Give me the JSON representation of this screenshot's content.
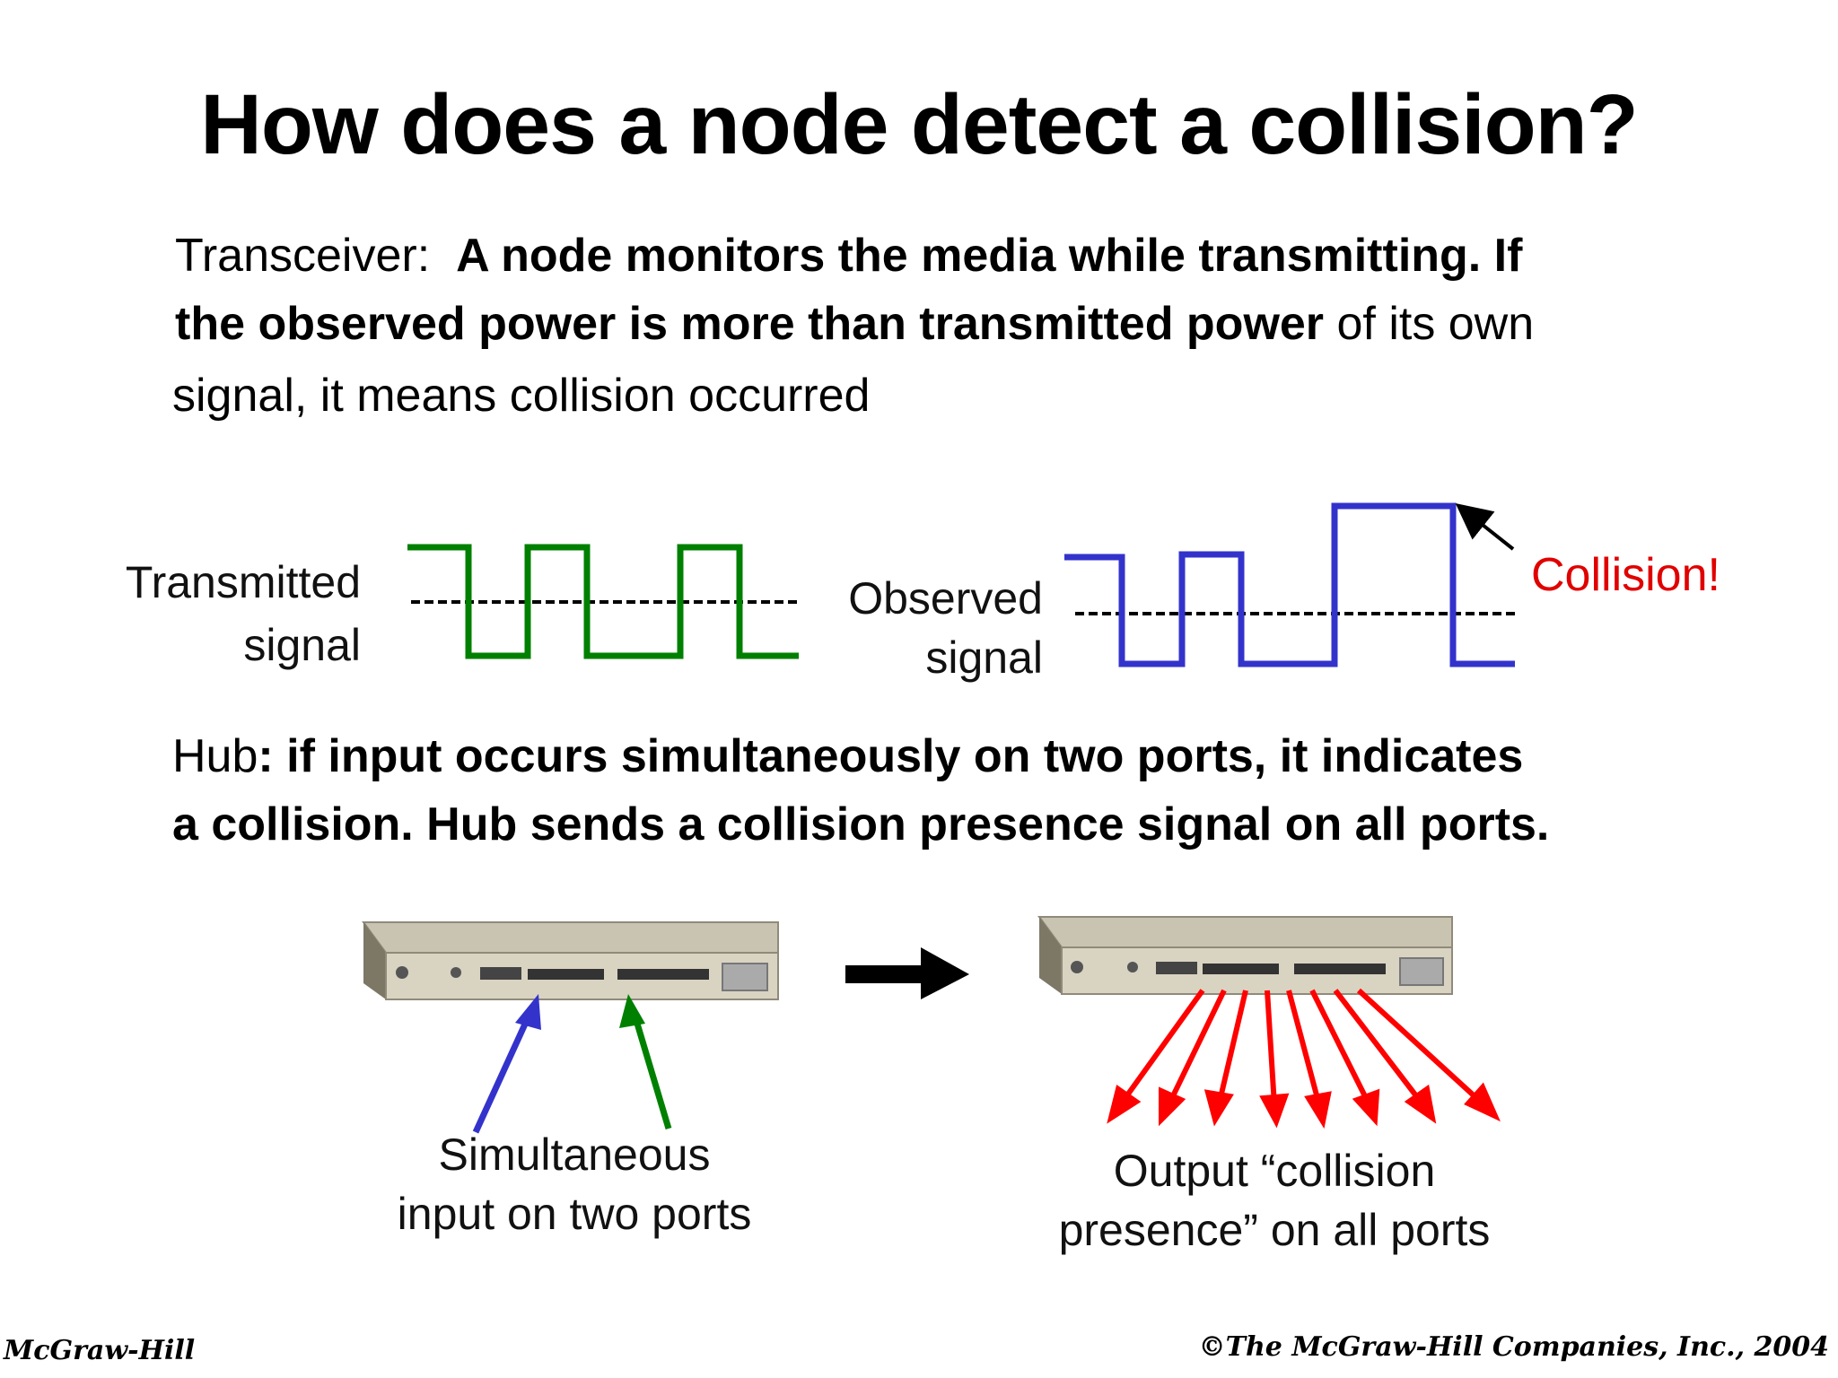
{
  "title": "How does a node detect a collision?",
  "transceiver": {
    "label": "Transceiver:",
    "line1_bold": "A node monitors the media while transmitting.  If",
    "line2_bold": "the observed power is more than transmitted power",
    "line2_normal": "of its own",
    "line3_normal": "signal, it means collision occurred"
  },
  "signals": {
    "transmitted_label_1": "Transmitted",
    "transmitted_label_2": "signal",
    "observed_label_1": "Observed",
    "observed_label_2": "signal",
    "collision_label": "Collision!"
  },
  "hub": {
    "label": "Hub",
    "line1_bold": ":  if input occurs simultaneously on two ports, it indicates",
    "line2_bold": "a collision.  Hub sends a collision presence signal on all ports."
  },
  "hub_diagram": {
    "left_caption_1": "Simultaneous",
    "left_caption_2": "input on two ports",
    "right_caption_1": "Output “collision",
    "right_caption_2": "presence” on all ports"
  },
  "footer": {
    "left": "McGraw-Hill",
    "right": "©The McGraw-Hill Companies, Inc., 2004"
  },
  "colors": {
    "transmitted_wave": "#008000",
    "observed_wave": "#3333cc",
    "collision_text": "#e00000",
    "input_arrow_blue": "#3333cc",
    "input_arrow_green": "#008000",
    "output_arrows": "#ff0000"
  }
}
